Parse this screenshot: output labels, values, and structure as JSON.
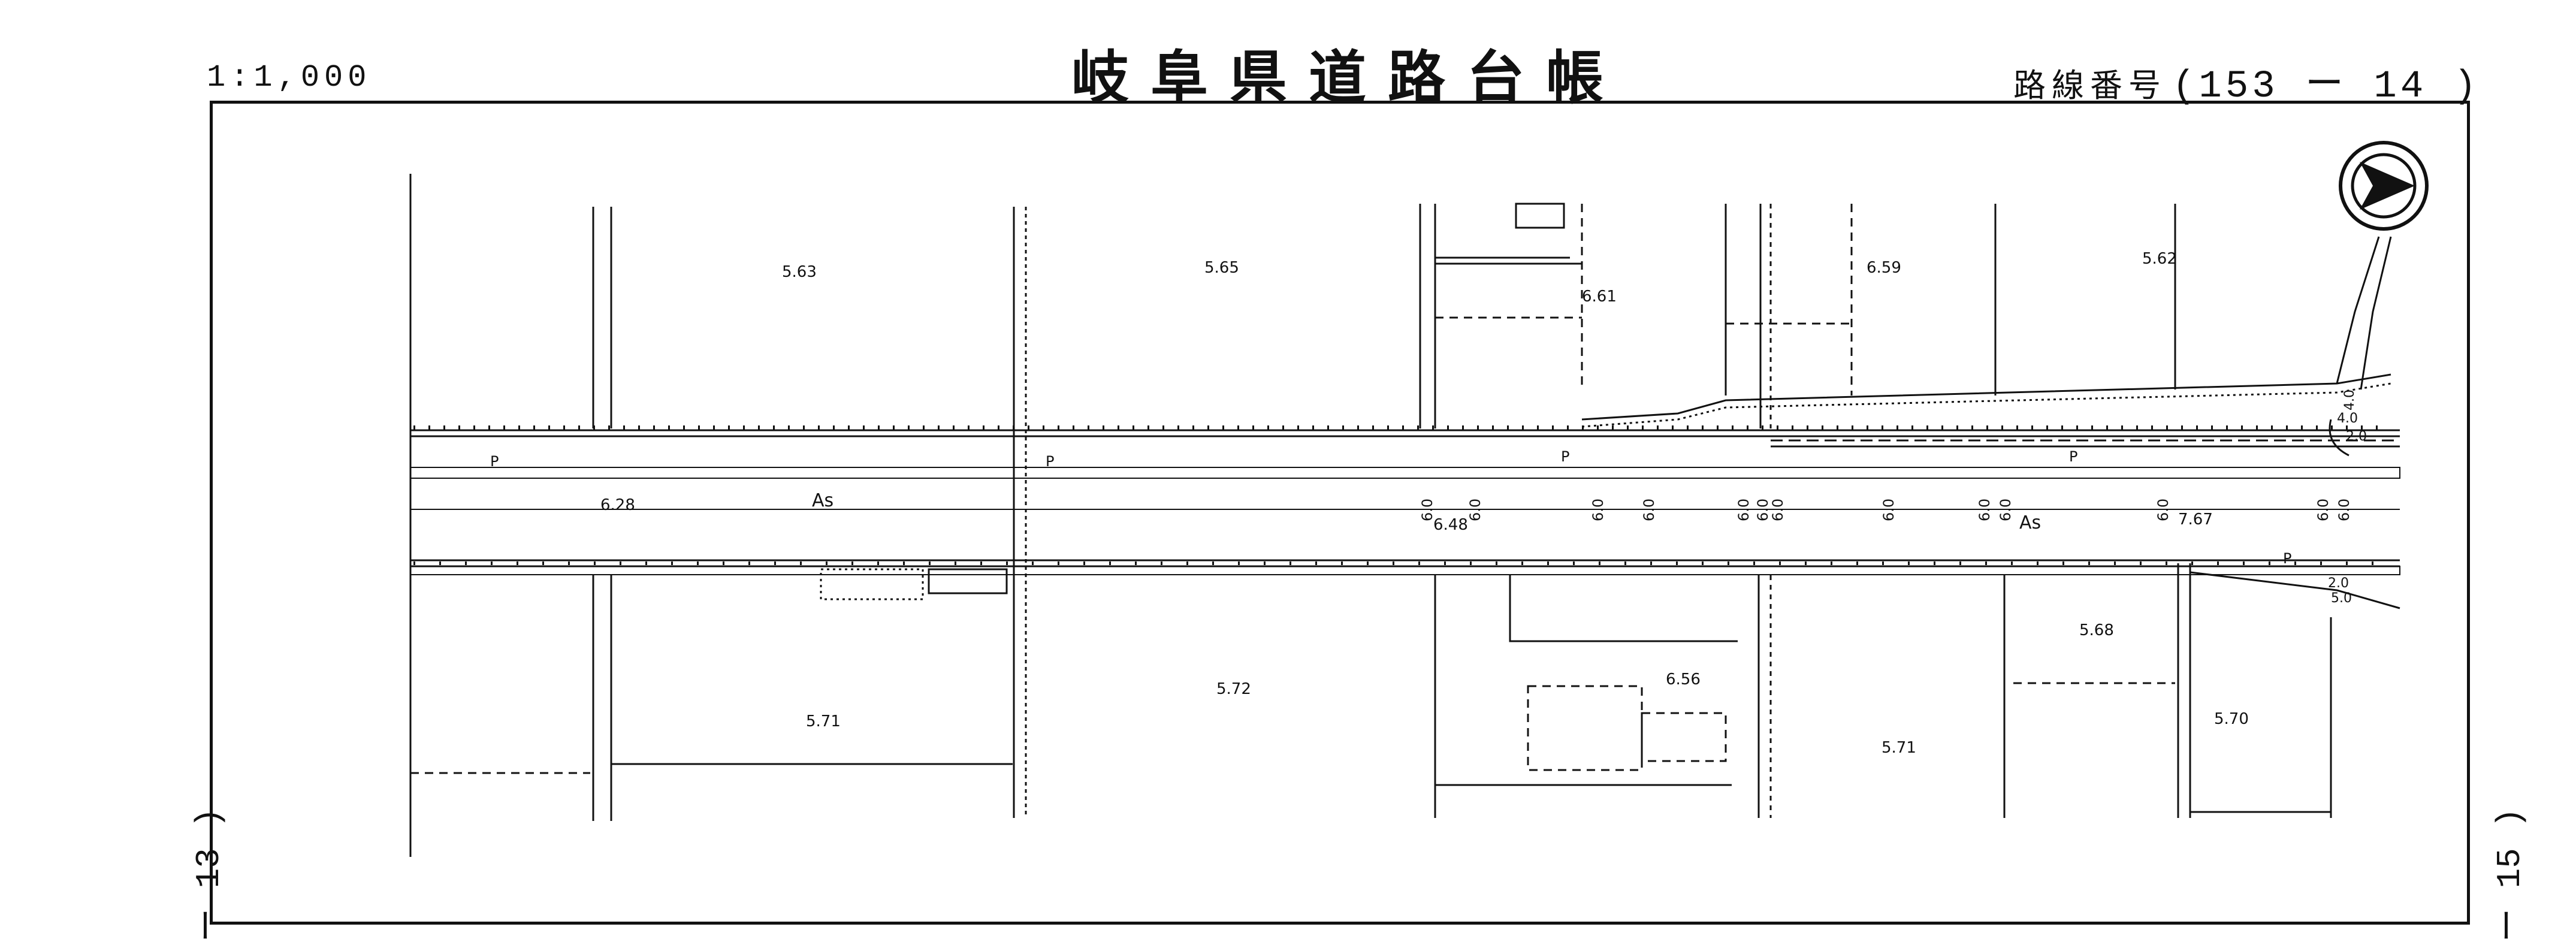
{
  "header": {
    "scale": "1:1,000",
    "title": "岐阜県道路台帳",
    "route_label": "路線番号",
    "route_number": "(153 ー 14 )"
  },
  "side_refs": {
    "left": "ー 13 )",
    "right": "ー 15 )"
  },
  "map": {
    "elevations": [
      "5.63",
      "5.65",
      "6.61",
      "6.59",
      "5.62",
      "6.28",
      "6.48",
      "7.67",
      "5.71",
      "5.72",
      "6.56",
      "5.71",
      "5.68",
      "5.70"
    ],
    "road_width_marks": [
      "6.0",
      "6.0",
      "6.0",
      "6.0",
      "6.0",
      "6.0",
      "6.0",
      "6.0",
      "6.0",
      "6.0",
      "6.0",
      "6.0",
      "6.0"
    ],
    "surface_labels": [
      "As",
      "As"
    ],
    "parking_labels": [
      "P",
      "P",
      "P",
      "P",
      "P"
    ],
    "corner_labels": [
      "4.0",
      "4.0",
      "2.0",
      "2.0",
      "5.0"
    ],
    "north_arrow": "north-arrow-icon"
  },
  "colors": {
    "ink": "#111111",
    "paper": "#ffffff"
  }
}
